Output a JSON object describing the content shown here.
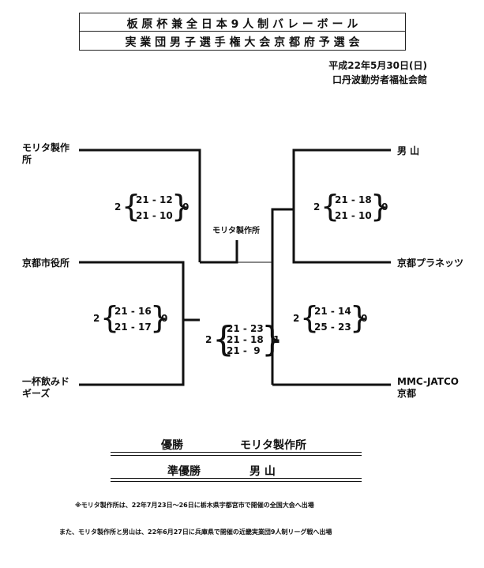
{
  "title": {
    "line1": "板 原 杯 兼 全 日 本 9 人 制 バ レ ー ボ ー ル",
    "line2": "実 業 団 男 子 選 手 権 大 会   京 都 府 予 選 会"
  },
  "event": {
    "date": "平成22年5月30日(日)",
    "venue": "口丹波勤労者福祉会館"
  },
  "teams": {
    "left_top": "モリタ製作\n所",
    "left_mid": "京都市役所",
    "left_bot": "一杯飲みド\nギーズ",
    "right_top": "男 山",
    "right_mid": "京都プラネッツ",
    "right_bot": "MMC-JATCO\n京都"
  },
  "winner_label": "モリタ製作所",
  "matches": {
    "m1": {
      "left": "2",
      "sets": [
        "21 - 12",
        "21 - 10"
      ],
      "right": "0"
    },
    "m2": {
      "left": "2",
      "sets": [
        "21 - 18",
        "21 - 10"
      ],
      "right": "0"
    },
    "m3": {
      "left": "2",
      "sets": [
        "21 - 16",
        "21 - 17"
      ],
      "right": "0"
    },
    "m4": {
      "left": "2",
      "sets": [
        "21 - 14",
        "25 - 23"
      ],
      "right": "0"
    },
    "final": {
      "left": "2",
      "sets": [
        "21 - 23",
        "21 - 18",
        "21 -  9"
      ],
      "right": "1"
    }
  },
  "results": {
    "champion_label": "優勝",
    "champion": "モリタ製作所",
    "runner_up_label": "準優勝",
    "runner_up": "男 山"
  },
  "notes": {
    "note1": "※モリタ製作所は、22年7月23日～26日に栃木県宇都宮市で開催の全国大会へ出場",
    "note2": "また、モリタ製作所と男山は、22年6月27日に兵庫県で開催の近畿実業団9人制リーグ戦へ出場"
  }
}
